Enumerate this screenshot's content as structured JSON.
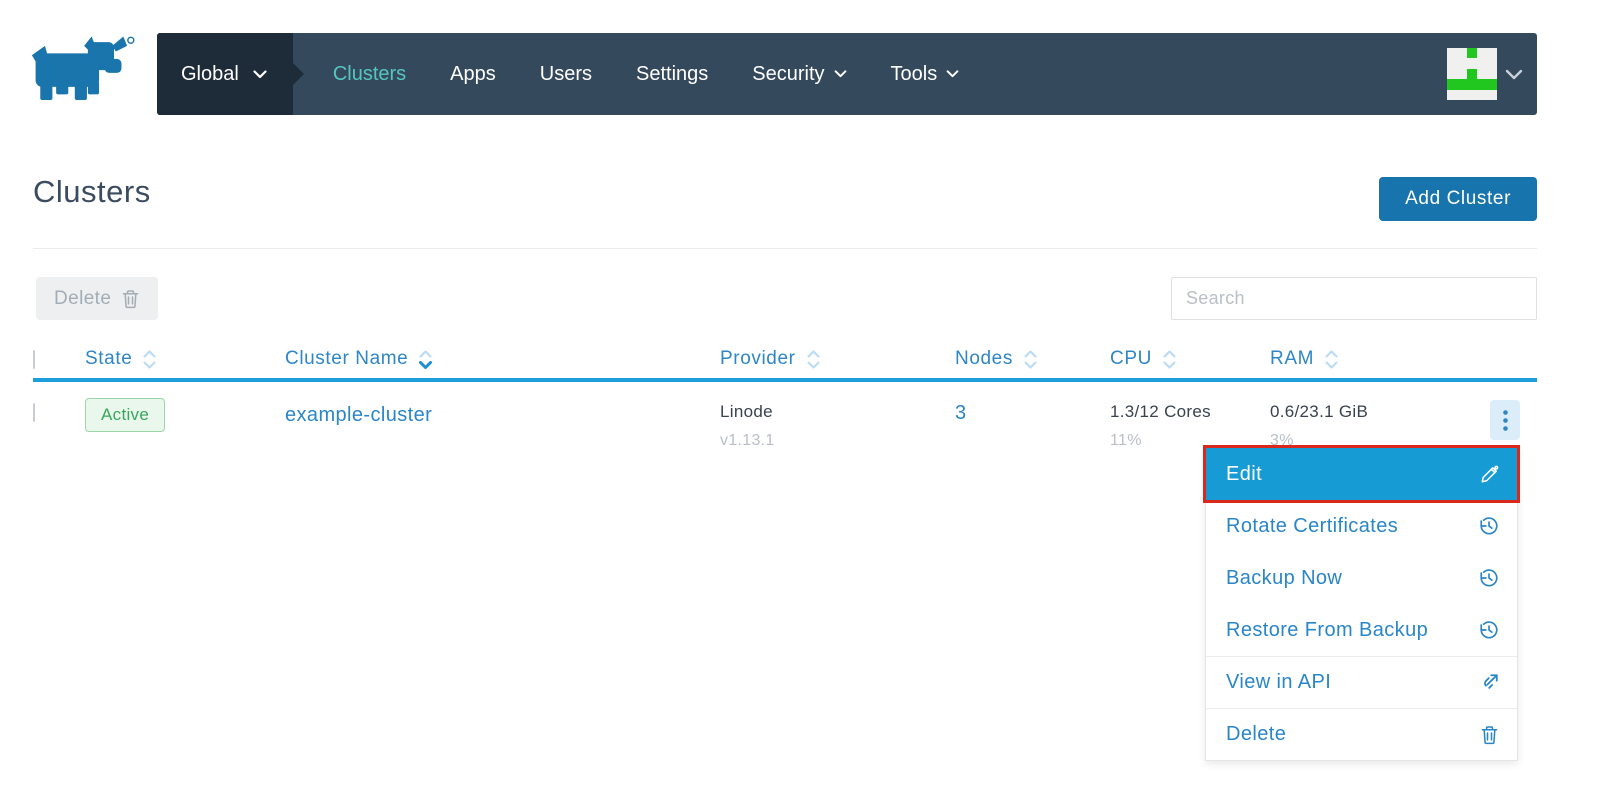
{
  "colors": {
    "nav_bg": "#35495c",
    "nav_env_bg": "#1e2b38",
    "nav_active_teal": "#55c6bf",
    "accent_blue": "#2986c7",
    "bright_blue": "#1b9ed9",
    "menu_highlight_blue": "#169bd5",
    "annotation_red": "#d9291c",
    "button_blue": "#1874ad",
    "badge_green_text": "#37a85b",
    "avatar_green": "#21c71f"
  },
  "nav": {
    "env_label": "Global",
    "items": [
      {
        "label": "Clusters",
        "active": true
      },
      {
        "label": "Apps"
      },
      {
        "label": "Users"
      },
      {
        "label": "Settings"
      },
      {
        "label": "Security"
      },
      {
        "label": "Tools"
      }
    ]
  },
  "page": {
    "title": "Clusters",
    "add_button_label": "Add Cluster"
  },
  "toolbar": {
    "delete_label": "Delete",
    "search_placeholder": "Search"
  },
  "table": {
    "headers": [
      {
        "label": "State"
      },
      {
        "label": "Cluster Name",
        "sorted": "desc"
      },
      {
        "label": "Provider"
      },
      {
        "label": "Nodes"
      },
      {
        "label": "CPU"
      },
      {
        "label": "RAM"
      }
    ],
    "rows": [
      {
        "state": "Active",
        "name": "example-cluster",
        "provider": "Linode",
        "provider_version": "v1.13.1",
        "nodes": "3",
        "cpu": "1.3/12 Cores",
        "cpu_pct": "11%",
        "ram": "0.6/23.1 GiB",
        "ram_pct": "3%"
      }
    ]
  },
  "menu": {
    "items": [
      {
        "label": "Edit",
        "icon": "pencil-icon",
        "highlighted": true
      },
      {
        "label": "Rotate Certificates",
        "icon": "history-icon"
      },
      {
        "label": "Backup Now",
        "icon": "history-icon"
      },
      {
        "label": "Restore From Backup",
        "icon": "history-icon"
      },
      {
        "label": "View in API",
        "icon": "external-link-icon"
      },
      {
        "label": "Delete",
        "icon": "trash-icon"
      }
    ]
  }
}
